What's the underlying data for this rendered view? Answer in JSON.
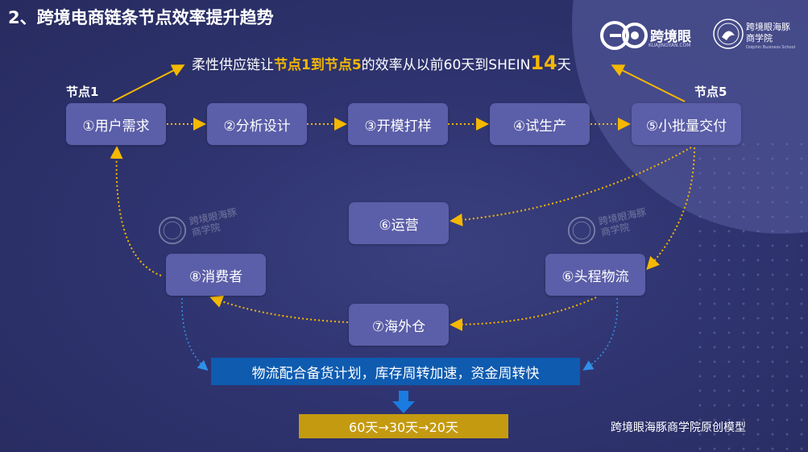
{
  "title": "2、跨境电商链条节点效率提升趋势",
  "logos": {
    "brand": "跨境眼",
    "brand_sub": "KUAJINGYAN.COM",
    "academy": "跨境眼海豚商学院",
    "academy_sub": "Dolphin Business School"
  },
  "headline": {
    "part1": "柔性供应链让",
    "highlight": "节点1到节点5",
    "part2": "的效率从以前60天到SHEIN",
    "big": "14",
    "part3": "天"
  },
  "node_tags": {
    "start": "节点1",
    "end": "节点5"
  },
  "nodes": {
    "n1": "①用户需求",
    "n2": "②分析设计",
    "n3": "③开模打样",
    "n4": "④试生产",
    "n5": "⑤小批量交付",
    "n6a": "⑥运营",
    "n6b": "⑥头程物流",
    "n7": "⑦海外仓",
    "n8": "⑧消费者"
  },
  "banner": "物流配合备货计划，库存周转加速，资金周转快",
  "timeline": "60天→30天→20天",
  "footer": "跨境眼海豚商学院原创模型",
  "watermark": "跨境眼海豚商学院",
  "colors": {
    "gold": "#f5b800",
    "box": "#5b5ea8",
    "banner": "#0e5bb0",
    "bar": "#c49a10",
    "dash_blue": "#2f8fe8"
  }
}
